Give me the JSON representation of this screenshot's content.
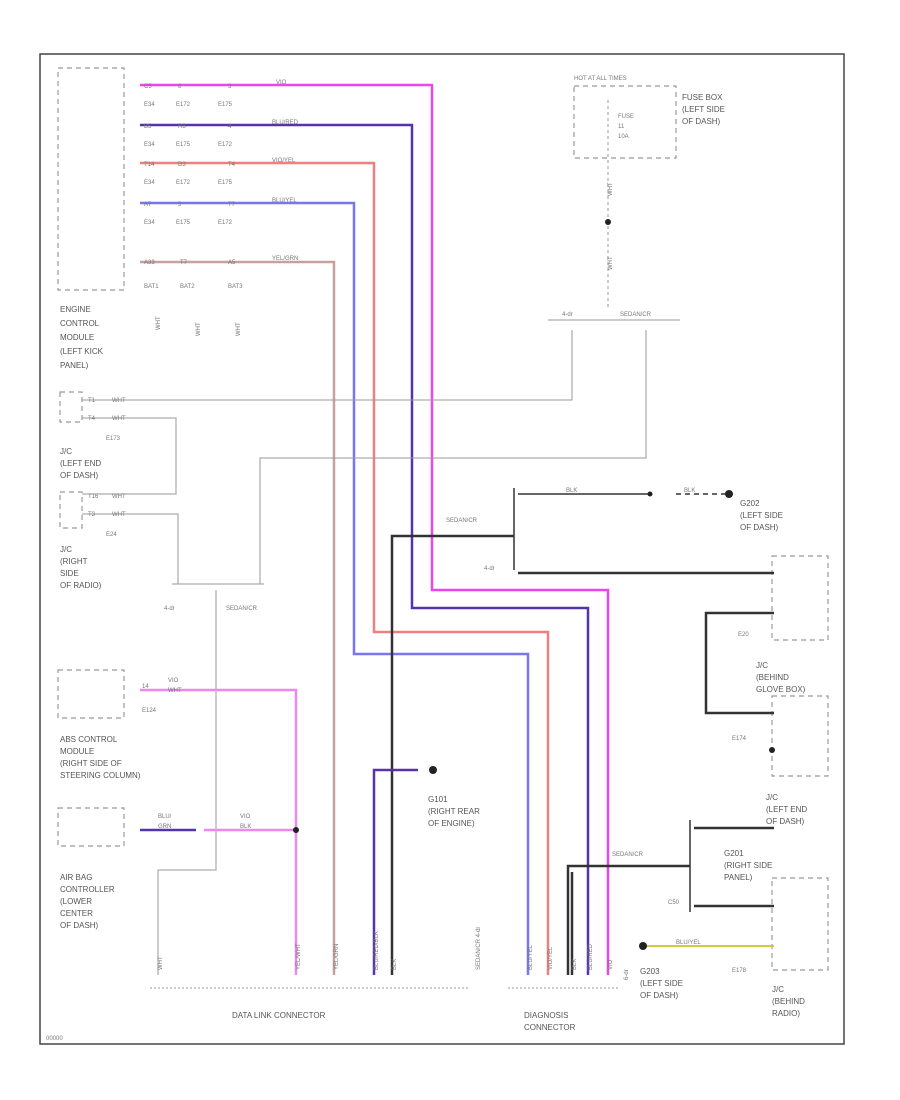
{
  "diagram": {
    "footer_id": "00000",
    "components": {
      "ecm": [
        "ENGINE",
        "CONTROL",
        "MODULE",
        "(LEFT KICK",
        "PANEL)"
      ],
      "jc_left_end_dash": [
        "J/C",
        "(LEFT END",
        "OF DASH)"
      ],
      "jc_right_radio": [
        "J/C",
        "(RIGHT",
        "SIDE",
        "OF RADIO)"
      ],
      "abs_module": [
        "ABS CONTROL",
        "MODULE",
        "(RIGHT SIDE OF",
        "STEERING COLUMN)"
      ],
      "airbag": [
        "AIR BAG",
        "CONTROLLER",
        "(LOWER",
        "CENTER",
        "OF DASH)"
      ],
      "fuse_box": [
        "FUSE BOX",
        "(LEFT SIDE",
        "OF DASH)"
      ],
      "hot_fuse_title": "HOT AT ALL TIMES",
      "fuse_label": [
        "FUSE",
        "11",
        "10A"
      ],
      "g202": [
        "G202",
        "(LEFT SIDE",
        "OF DASH)"
      ],
      "jc_behind_glove": [
        "J/C",
        "(BEHIND",
        "GLOVE BOX)"
      ],
      "jc_left_end_dash2": [
        "J/C",
        "(LEFT END",
        "OF DASH)"
      ],
      "g201": [
        "G201",
        "(RIGHT SIDE",
        "PANEL)"
      ],
      "jc_behind_radio": [
        "J/C",
        "(BEHIND",
        "RADIO)"
      ],
      "g101": [
        "G101",
        "(RIGHT REAR",
        "OF ENGINE)"
      ],
      "g203": [
        "G203",
        "(LEFT SIDE",
        "OF DASH)"
      ]
    },
    "connectors": {
      "data_link": "DATA LINK CONNECTOR",
      "diagnosis": [
        "DIAGNOSIS",
        "CONNECTOR"
      ],
      "ecm_rows": [
        {
          "pins": [
            "C5",
            "8",
            "3"
          ],
          "wire": "VIO",
          "refs": [
            "E34",
            "E172",
            "E175"
          ]
        },
        {
          "pins": [
            "B5",
            "R3",
            "4"
          ],
          "wire": "BLU/RED",
          "refs": [
            "E34",
            "E175",
            "E172"
          ]
        },
        {
          "pins": [
            "T14",
            "D3",
            "T4"
          ],
          "wire": "VIO/YEL",
          "refs": [
            "E34",
            "E172",
            "E175"
          ]
        },
        {
          "pins": [
            "A7",
            "5",
            "T7"
          ],
          "wire": "BLU/YEL",
          "refs": [
            "E34",
            "E175",
            "E172"
          ]
        },
        {
          "pins": [
            "A33",
            "T7",
            "A5"
          ],
          "wire": "YEL/GRN",
          "refs": []
        }
      ],
      "ecm_batt": [
        "BAT1",
        "BAT2",
        "BAT3"
      ],
      "ecm_batt_wire": [
        "WHT",
        "WHT",
        "WHT"
      ],
      "e173": "E173",
      "e24": "E24",
      "e124": "E124",
      "e20": "E20",
      "e174": "E174",
      "c50": "C50",
      "e178": "E178",
      "jc_pins": [
        {
          "pin": "T1",
          "wire": "WHT"
        },
        {
          "pin": "T4",
          "wire": "WHT"
        },
        {
          "pin": "T16",
          "wire": "WHT"
        },
        {
          "pin": "T3",
          "wire": "WHT"
        }
      ]
    },
    "wire_labels": {
      "sedan_top": "4-dr",
      "sedan_top2": "SEDAN/CR",
      "wht1": "WHT",
      "wht2": "WHT",
      "blk1": "BLK",
      "blk2": "BLK",
      "sedan_mid": "SEDAN/CR",
      "fourdr_mid": "4-dr",
      "fourdr_left": "4-dr",
      "sedan_left": "SEDAN/CR",
      "vio_abs": "VIO",
      "wht_abs": "WHT",
      "blu_yel_airbag": "BLU/",
      "grn_airbag": "GRN",
      "vio_airbag": "VIO",
      "blk_airbag": "BLK",
      "sedan_low": "SEDAN/CR",
      "c50_label": "C50",
      "blu_yel_bottom": "BLU/YEL",
      "dlc_wire_labels": [
        "WHT",
        "YEL/WHT",
        "YEL/GRN",
        "BLU/RED/BLK",
        "BLK",
        "SEDAN/CR 4-dr",
        "BLU/YEL",
        "VIO/YEL",
        "BLK",
        "BLU/RED",
        "VIO"
      ],
      "diag_extra": "6-dr"
    }
  }
}
